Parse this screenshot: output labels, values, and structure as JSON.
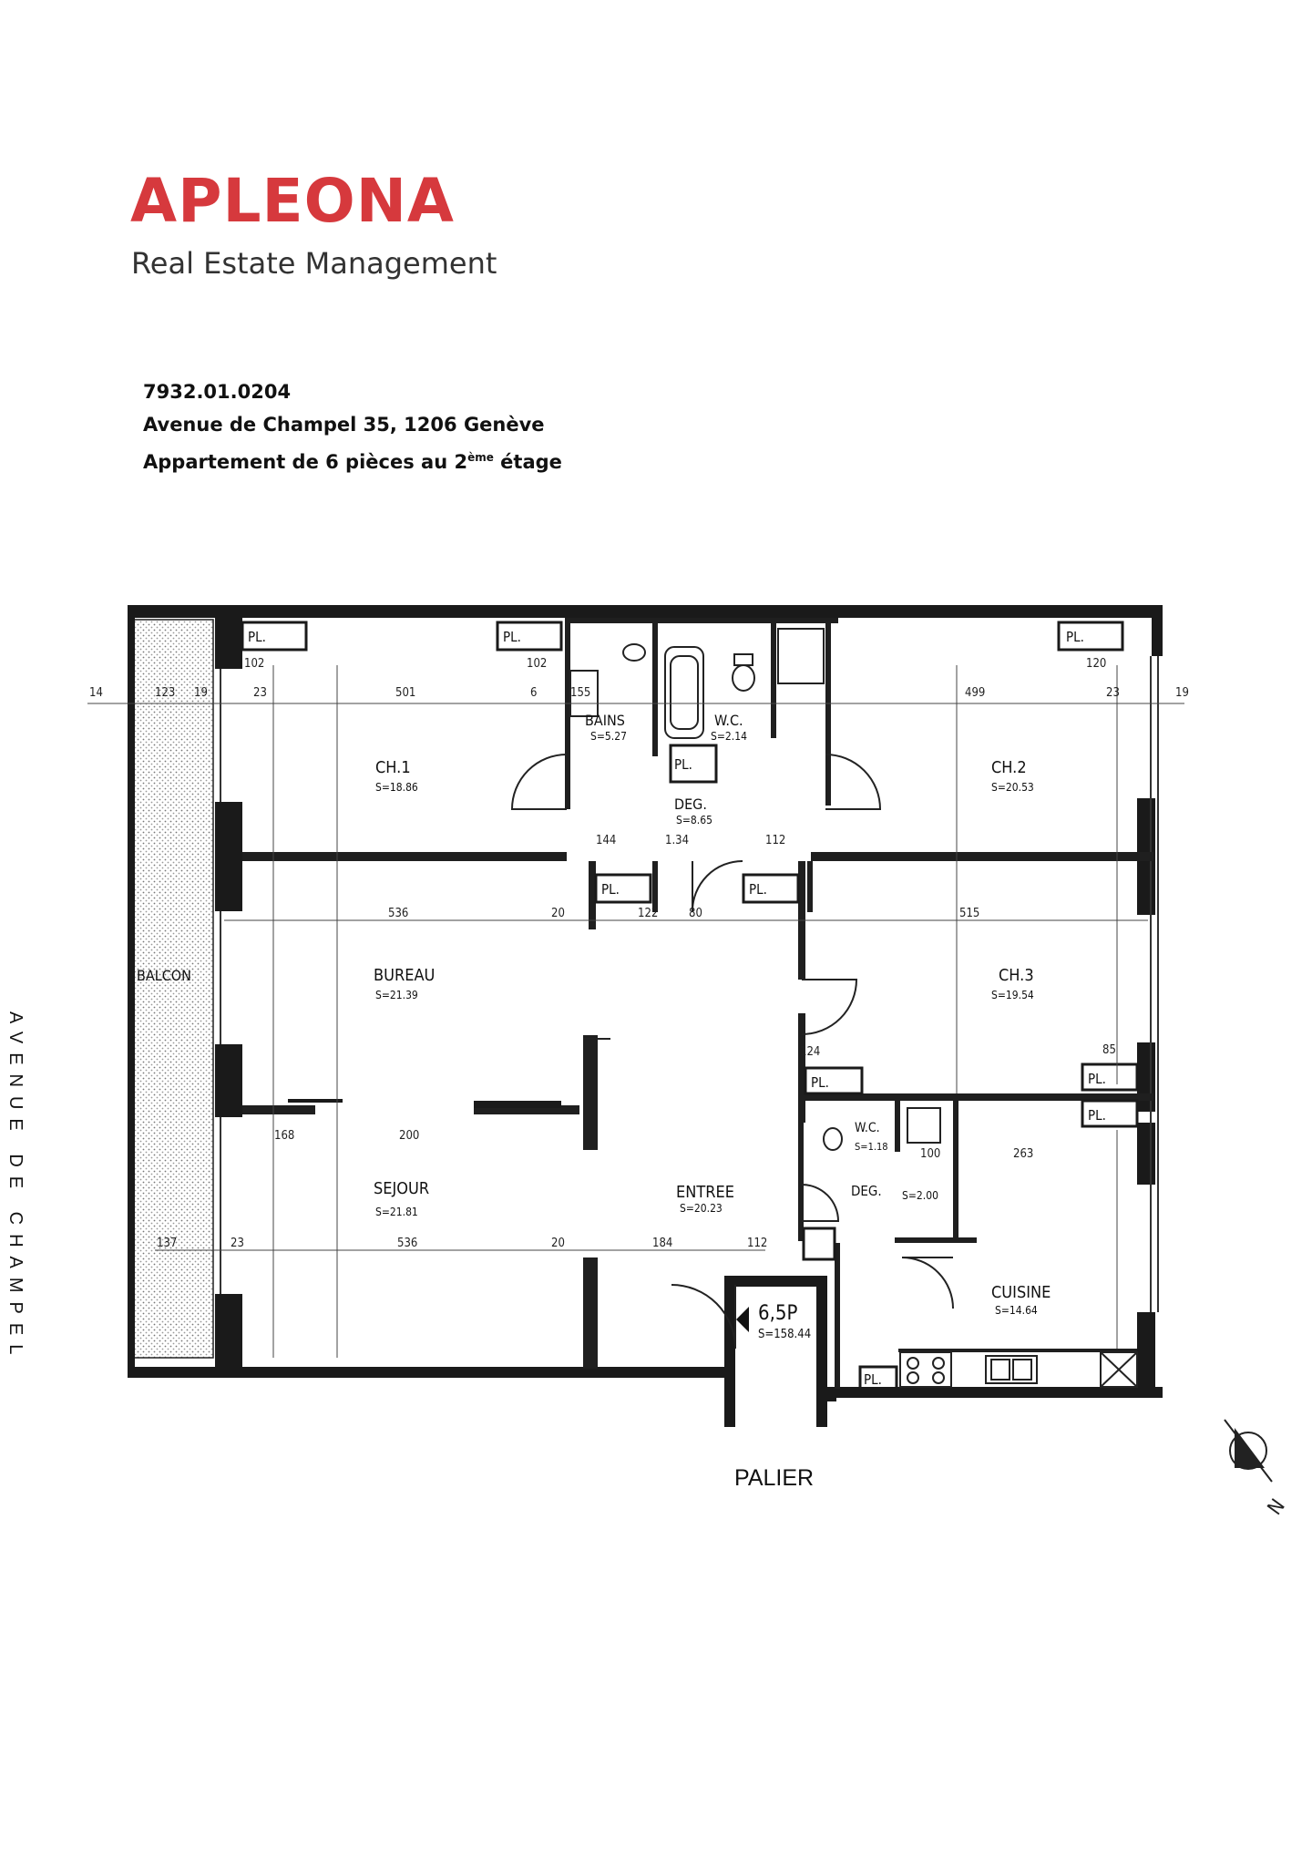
{
  "brand": {
    "name": "APLEONA",
    "tagline": "Real Estate Management",
    "color": "#d6393d"
  },
  "listing": {
    "reference": "7932.01.0204",
    "address": "Avenue de Champel 35, 1206 Genève",
    "description_prefix": "Appartement de 6 pièces au 2",
    "description_sup": "ème",
    "description_suffix": " étage"
  },
  "plan": {
    "street_label": "AVENUE DE CHAMPEL",
    "landing_label": "PALIER",
    "summary": {
      "rooms": "6,5P",
      "area": "S=158.44"
    },
    "rooms": [
      {
        "name": "CH.1",
        "area": "S=18.86"
      },
      {
        "name": "BAINS",
        "area": "S=5.27"
      },
      {
        "name": "W.C.",
        "area": "S=2.14"
      },
      {
        "name": "DEG.",
        "area": "S=8.65"
      },
      {
        "name": "CH.2",
        "area": "S=20.53"
      },
      {
        "name": "BUREAU",
        "area": "S=21.39"
      },
      {
        "name": "CH.3",
        "area": "S=19.54"
      },
      {
        "name": "BALCON",
        "area": ""
      },
      {
        "name": "SEJOUR",
        "area": "S=21.81"
      },
      {
        "name": "ENTREE",
        "area": "S=20.23"
      },
      {
        "name": "W.C.",
        "area": "S=1.18"
      },
      {
        "name": "DEG.",
        "area": "S=2.00"
      },
      {
        "name": "CUISINE",
        "area": "S=14.64"
      }
    ],
    "cupboard_label": "PL."
  }
}
